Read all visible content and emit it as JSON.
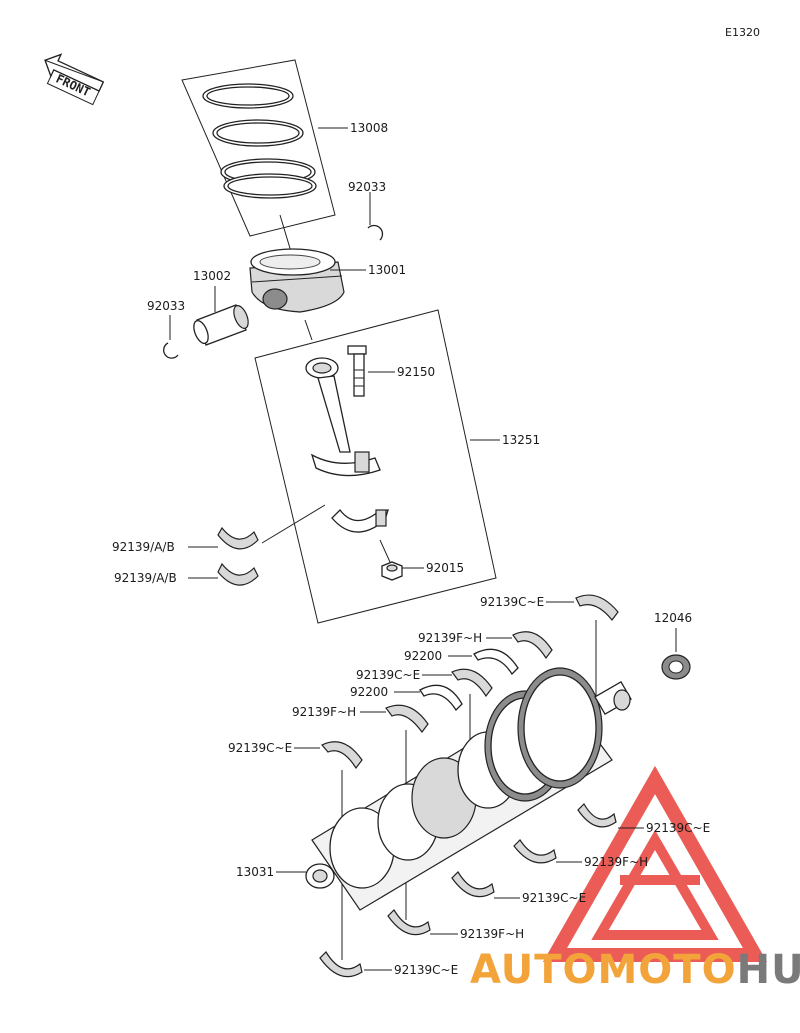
{
  "diagram_code": "E1320",
  "front_label": "FRONT",
  "parts": {
    "rings": "13008",
    "clip_top": "92033",
    "pin": "13002",
    "clip_left": "92033",
    "piston": "13001",
    "rod_bolt": "92150",
    "conn_rod": "13251",
    "rod_bearing_a": "92139/A/B",
    "rod_bearing_b": "92139/A/B",
    "rod_nut": "92015",
    "main_bearing_1": "92139C~E",
    "needle_bearing": "12046",
    "main_bearing_2": "92139F~H",
    "thrust_1": "92200",
    "main_bearing_3": "92139C~E",
    "thrust_2": "92200",
    "main_bearing_4": "92139F~H",
    "main_bearing_5": "92139C~E",
    "crankshaft": "13031",
    "lower_1": "92139C~E",
    "lower_2": "92139F~H",
    "lower_3": "92139C~E",
    "lower_4": "92139F~H",
    "lower_5": "92139C~E"
  },
  "watermark": {
    "part1": "AUTOMOTO",
    "part2": "HUB",
    "color_red": "#e8403a",
    "color_orange": "#f2a33a",
    "color_gray": "#7a7a7a"
  }
}
